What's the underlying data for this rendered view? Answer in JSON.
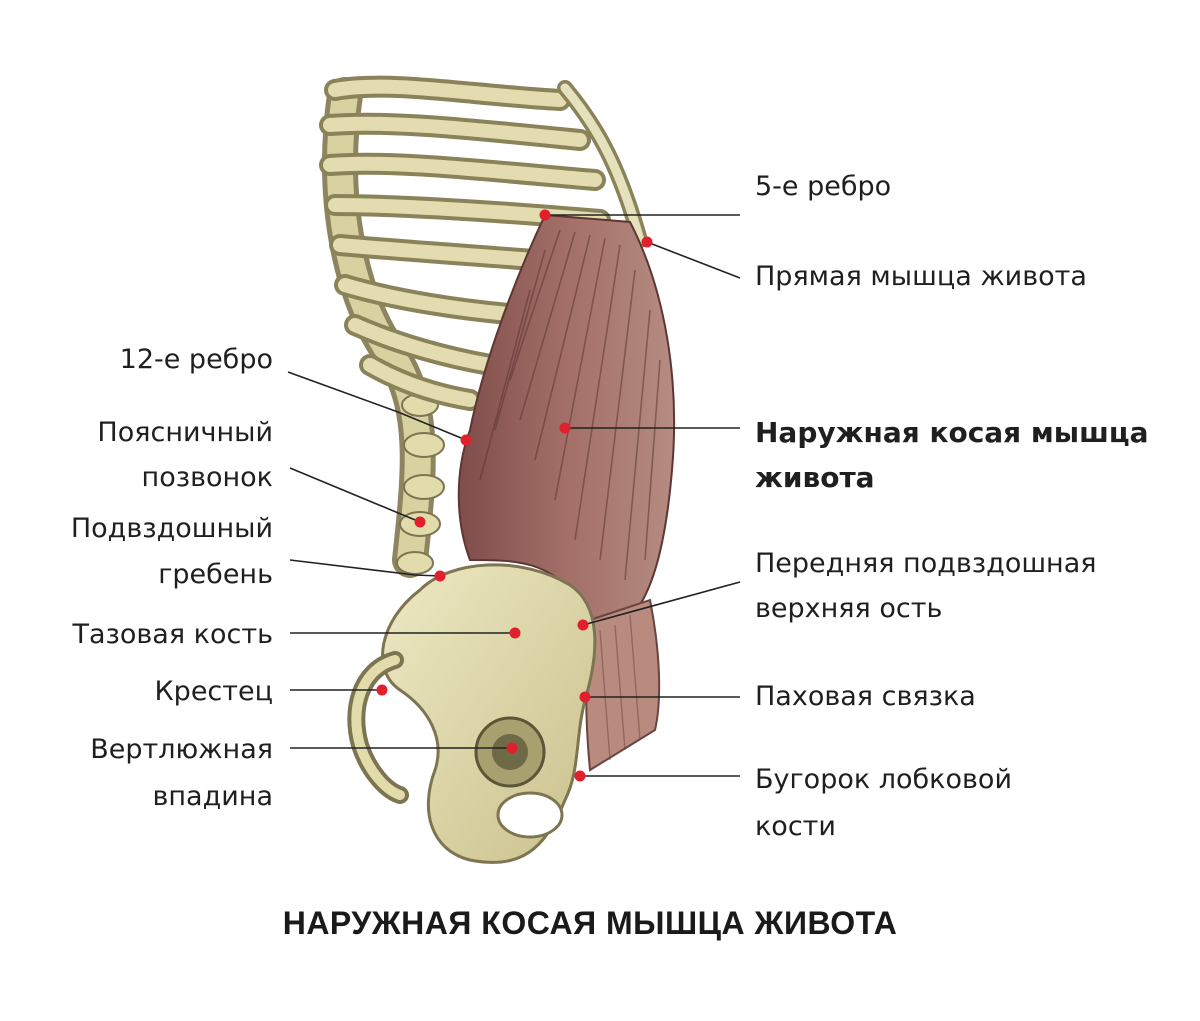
{
  "labels_right": {
    "rib5": "5-е ребро",
    "rectus": "Прямая мышца живота",
    "external_oblique_line1": "Наружная косая мышца",
    "external_oblique_line2": "живота",
    "asis_line1": "Передняя подвздошная",
    "asis_line2": "верхняя ость",
    "inguinal": "Паховая связка",
    "pubic_line1": "Бугорок лобковой",
    "pubic_line2": "кости"
  },
  "labels_left": {
    "rib12": "12-е ребро",
    "lumbar_line1": "Поясничный",
    "lumbar_line2": "позвонок",
    "iliac_line1": "Подвздошный",
    "iliac_line2": "гребень",
    "pelvis": "Тазовая кость",
    "sacrum": "Крестец",
    "acetabulum_line1": "Вертлюжная",
    "acetabulum_line2": "впадина"
  },
  "caption": "НАРУЖНАЯ КОСАЯ МЫШЦА ЖИВОТА",
  "colors": {
    "bone": "#ddd7a6",
    "bone_shadow": "#9c9268",
    "muscle": "#8f5b57",
    "muscle_light": "#b98a80",
    "marker": "#e0202c",
    "leader": "#222222"
  }
}
